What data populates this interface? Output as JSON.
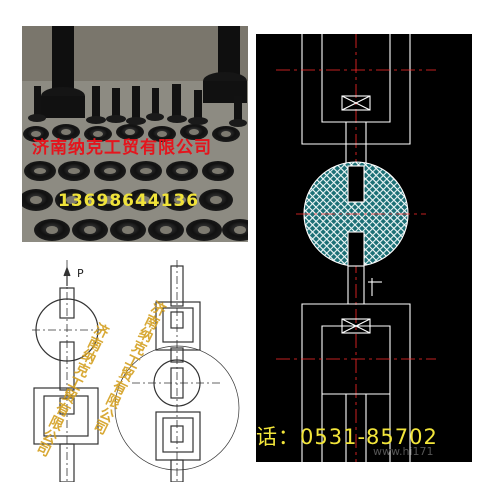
{
  "watermarks": {
    "company": "济南纳克工贸有限公司",
    "mobile": "13698644136",
    "phone": "话：0531-85702",
    "site": "www.hi171",
    "vertical": "济南纳克工贸有限公司"
  },
  "labels": {
    "load_marker": "P"
  },
  "colors": {
    "cad_background": "#000000",
    "cad_outline": "#ffffff",
    "centerline": "#ff2a2a",
    "hatch_fill": "#1b6f75",
    "watermark_red": "#e4151d",
    "watermark_yellow": "#f0e33a"
  }
}
